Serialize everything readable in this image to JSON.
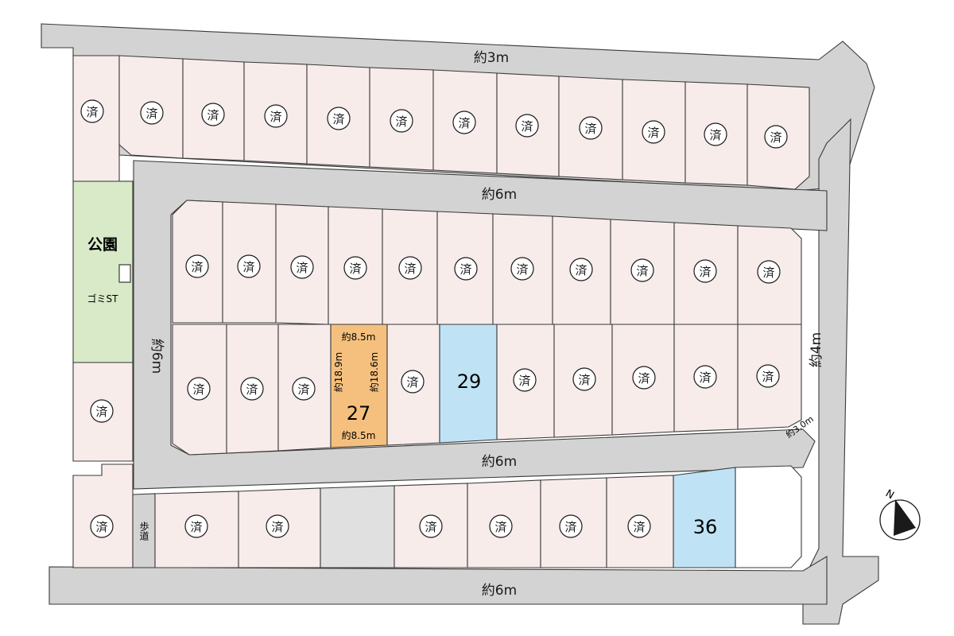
{
  "map": {
    "roads": {
      "north": "約3m",
      "middle": "約6m",
      "lower": "約6m",
      "south": "約6m",
      "west": "約6m",
      "east": "約4m",
      "corner": "約3.0m"
    },
    "park": "公園",
    "garbage_station": "ゴミST",
    "sidewalk": "歩道",
    "sold_mark": "済",
    "north_mark": "N",
    "lot27": {
      "number": "27",
      "top_dim": "約8.5m",
      "bottom_dim": "約8.5m",
      "left_dim": "約18.9m",
      "right_dim": "約18.6m"
    },
    "lot29": {
      "number": "29"
    },
    "lot36": {
      "number": "36"
    },
    "colors": {
      "lot": "#f7ecea",
      "road": "#d3d3d3",
      "park": "#d9eac8",
      "highlight_orange": "#f5c07e",
      "available_blue": "#bfe3f4",
      "empty_gray": "#e0e0e0"
    }
  }
}
